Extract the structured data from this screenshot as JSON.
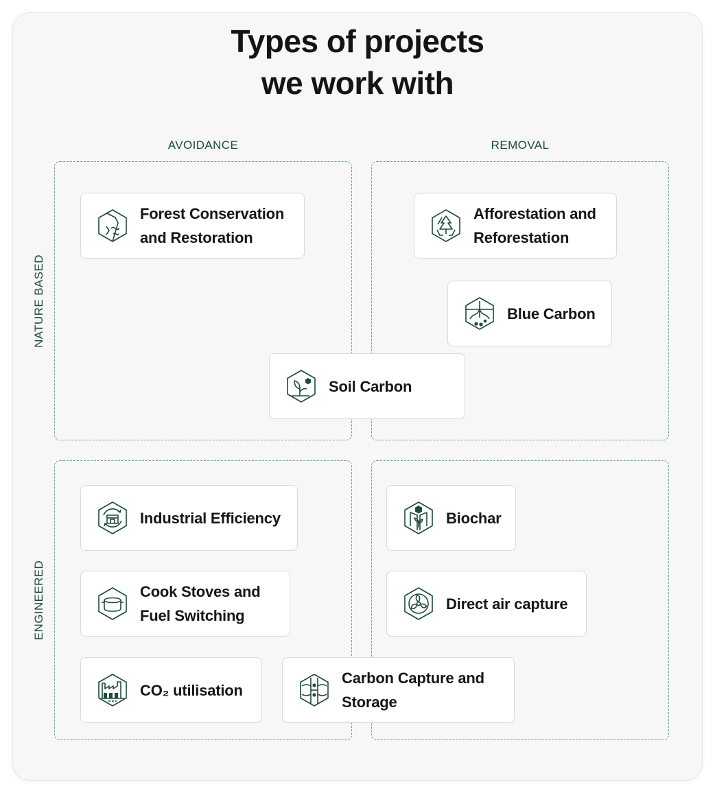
{
  "title": {
    "line1": "Types of projects",
    "line2": "we work with"
  },
  "columns": {
    "left": "AVOIDANCE",
    "right": "REMOVAL"
  },
  "rows": {
    "top": "NATURE BASED",
    "bottom": "ENGINEERED"
  },
  "projects": {
    "forest_conservation": {
      "line1": "Forest Conservation",
      "line2": "and Restoration"
    },
    "afforestation": {
      "line1": "Afforestation and",
      "line2": "Reforestation"
    },
    "blue_carbon": {
      "label": "Blue Carbon"
    },
    "soil_carbon": {
      "label": "Soil Carbon"
    },
    "industrial_efficiency": {
      "label": "Industrial Efficiency"
    },
    "biochar": {
      "label": "Biochar"
    },
    "cook_stoves": {
      "line1": "Cook Stoves and",
      "line2": "Fuel Switching"
    },
    "direct_air_capture": {
      "label": "Direct air capture"
    },
    "co2_utilisation": {
      "label": "CO₂ utilisation"
    },
    "ccs": {
      "line1": "Carbon Capture and",
      "line2": "Storage"
    }
  },
  "colors": {
    "accent": "#1d4b3c",
    "border": "#6f9c8c",
    "panel": "#f7f7f7",
    "card": "#ffffff"
  }
}
